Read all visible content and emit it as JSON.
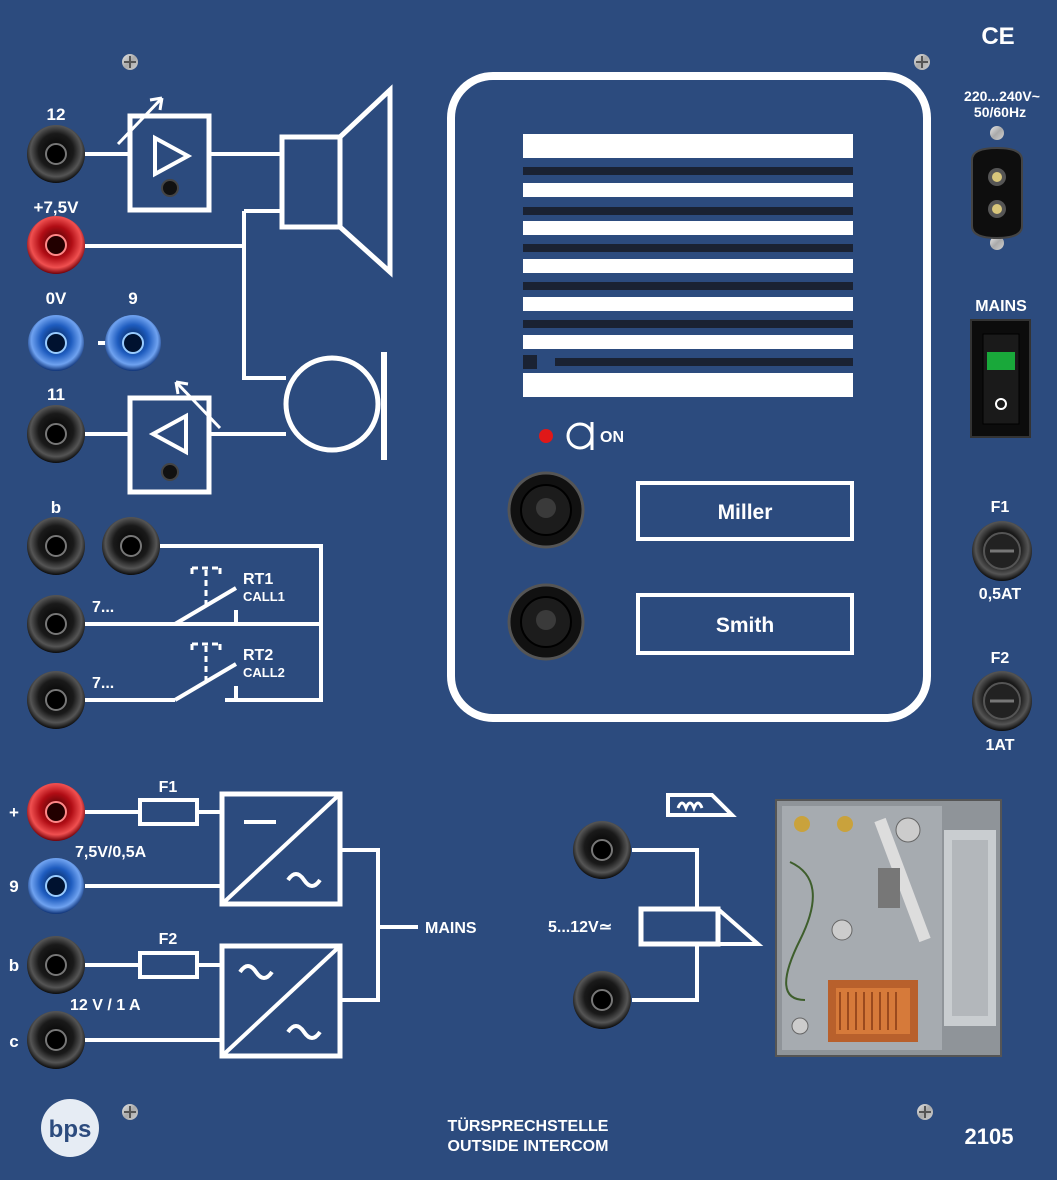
{
  "ce_mark": "CE",
  "mains_voltage": {
    "line1": "220...240V~",
    "line2": "50/60Hz"
  },
  "mains_switch_label": "MAINS",
  "fuses": [
    {
      "name": "F1",
      "rating": "0,5AT"
    },
    {
      "name": "F2",
      "rating": "1AT"
    }
  ],
  "speaker_section": {
    "jack_12": "12",
    "jack_plus": "+7,5V",
    "jack_0v": "0V",
    "jack_9": "9",
    "jack_11": "11"
  },
  "call_section": {
    "jack_b": "b",
    "jack_7a": "7...",
    "jack_7b": "7...",
    "rt1": "RT1",
    "call1": "CALL1",
    "rt2": "RT2",
    "call2": "CALL2"
  },
  "intercom": {
    "on_label": "ON",
    "name_buttons": [
      "Miller",
      "Smith"
    ]
  },
  "power_supply": {
    "plus": "+",
    "nine": "9",
    "b": "b",
    "c": "c",
    "f1": "F1",
    "f2": "F2",
    "out1": "7,5V/0,5A",
    "out2": "12 V / 1 A",
    "mains": "MAINS"
  },
  "relay": {
    "voltage": "5...12V≃"
  },
  "footer": {
    "logo": "bps",
    "title_de": "TÜRSPRECHSTELLE",
    "title_en": "OUTSIDE  INTERCOM",
    "model": "2105"
  },
  "colors": {
    "panel": "#2c4b7e",
    "jack_black": "#111111",
    "jack_red": "#c0121a",
    "jack_blue": "#1f5fc2",
    "led_red": "#e01818",
    "switch_green": "#19a83a"
  }
}
